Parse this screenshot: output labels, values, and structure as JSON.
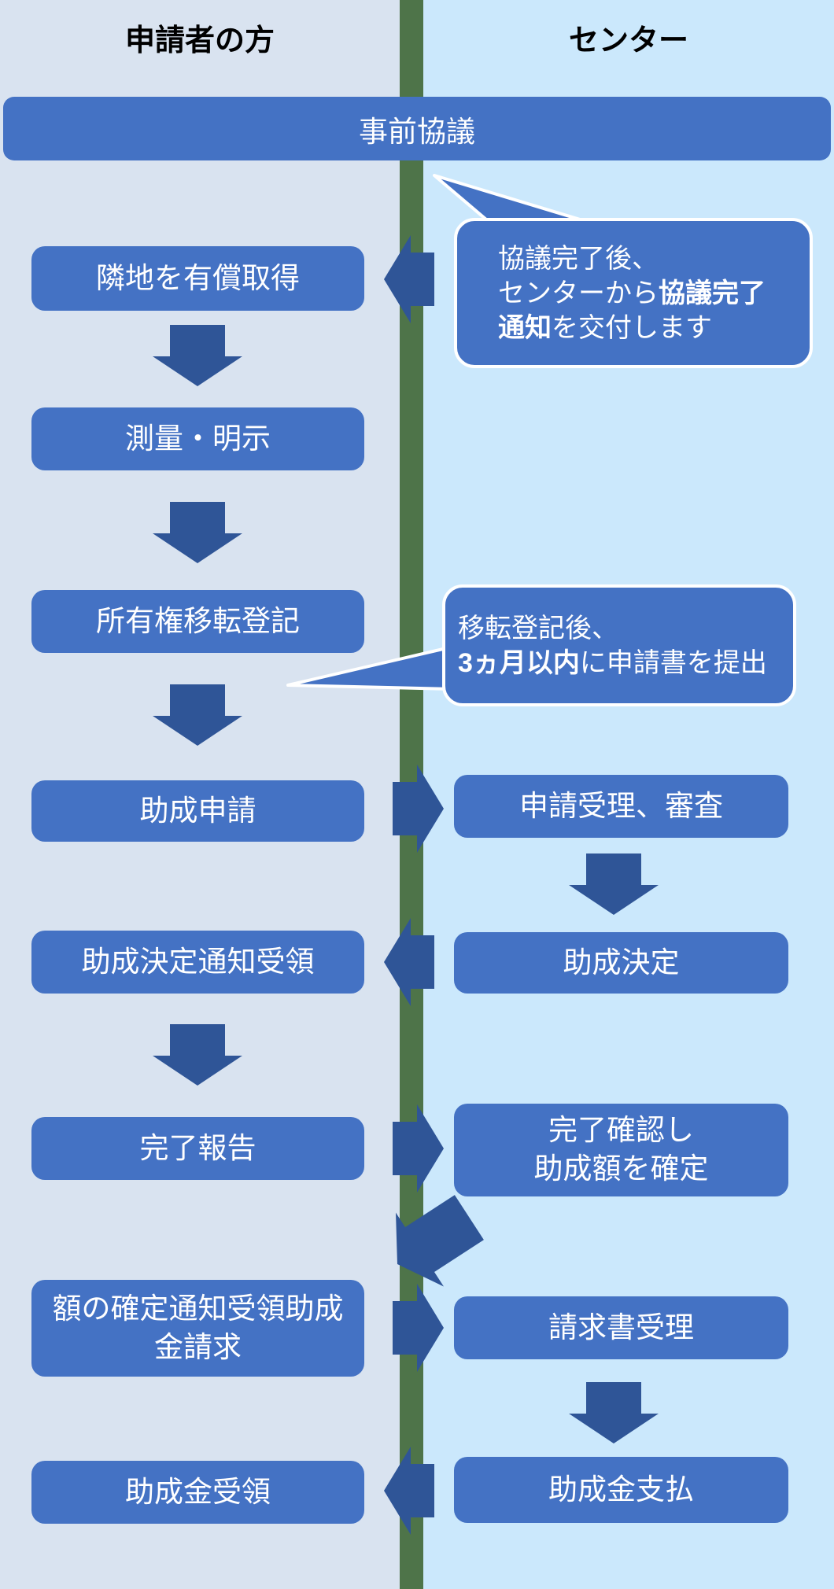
{
  "headers": {
    "applicant": "申請者の方",
    "center": "センター"
  },
  "top_bar": {
    "label": "事前協議"
  },
  "left_boxes": [
    {
      "label": "隣地を有償取得"
    },
    {
      "label": "測量・明示"
    },
    {
      "label": "所有権移転登記"
    },
    {
      "label": "助成申請"
    },
    {
      "label": "助成決定通知受領"
    },
    {
      "label": "完了報告"
    },
    {
      "label": "額の確定通知受領助成\n金請求"
    },
    {
      "label": "助成金受領"
    }
  ],
  "right_boxes": [
    {
      "label": "申請受理、審査"
    },
    {
      "label": "助成決定"
    },
    {
      "label": "完了確認し\n助成額を確定"
    },
    {
      "label": "請求書受理"
    },
    {
      "label": "助成金支払"
    }
  ],
  "callouts": {
    "after_consult": {
      "line1": "協議完了後、",
      "line2_normal": "センターから",
      "line2_bold": "協議完了",
      "line3_bold": "通知",
      "line3_normal": "を交付します"
    },
    "after_registration": {
      "line1": "移転登記後、",
      "line2_bold": "3ヵ月以内",
      "line2_normal": "に申請書を提出"
    }
  },
  "colors": {
    "box_blue": "#4472c4",
    "arrow_blue": "#2f5597",
    "bg_left": "#d9e3f0",
    "bg_right": "#cbe8fc",
    "divider_green": "#4e7449",
    "text_on_blue": "#ffffff",
    "header_text": "#000000"
  }
}
